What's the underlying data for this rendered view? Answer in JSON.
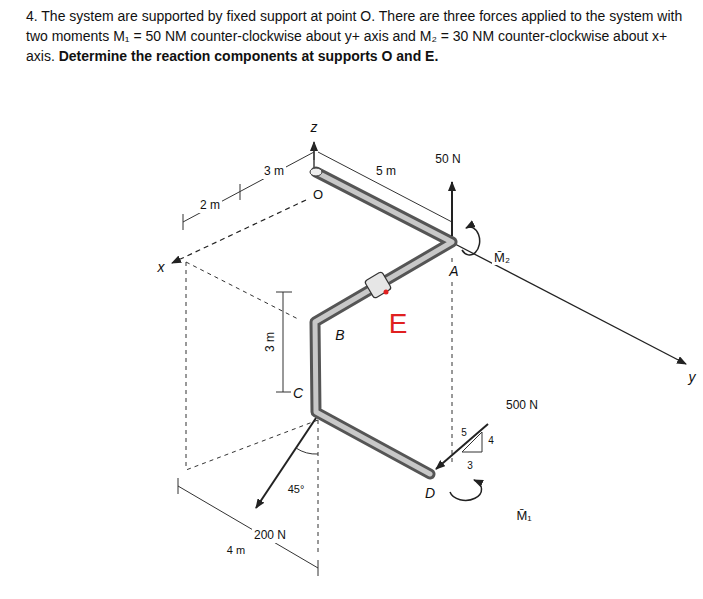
{
  "diagram": {
    "labels": [
      "4. The system are supported by fixed support at point O. There are three forces applied to the system with two moments M₁ = 50 NM counter-clockwise about y+ axis and M₂ = 30 NM counter-clockwise about x+ axis.",
      "Determine the reaction components at supports O and E.",
      "z",
      "x",
      "y",
      "2 m",
      "3 m",
      "5 m",
      "O",
      "50 N",
      "A",
      "M̄₂",
      "E",
      "B",
      "3 m",
      "C",
      "500 N",
      "5",
      "4",
      "3",
      "D",
      "M̄₁",
      "45°",
      "200 N",
      "4 m"
    ]
  }
}
